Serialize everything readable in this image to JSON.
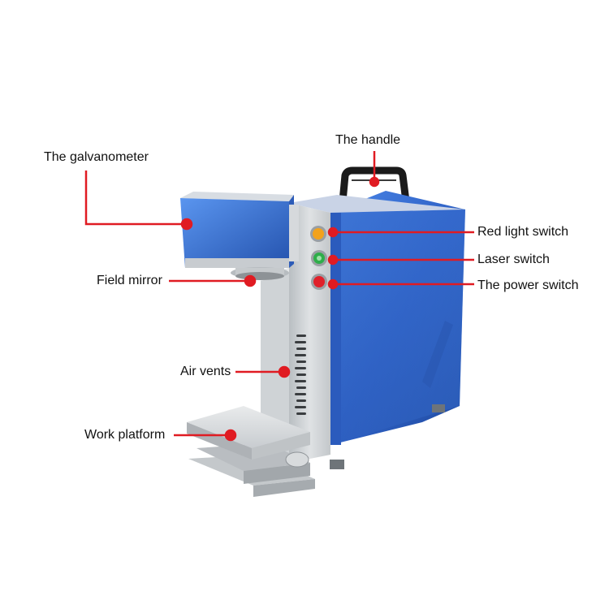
{
  "labels": {
    "galvanometer": "The galvanometer",
    "handle": "The handle",
    "red_light_switch": "Red light switch",
    "laser_switch": "Laser switch",
    "power_switch": "The power switch",
    "field_mirror": "Field mirror",
    "air_vents": "Air vents",
    "work_platform": "Work platform"
  },
  "colors": {
    "callout": "#e01b22",
    "cabinet_blue": "#2f62c6",
    "frame_silver": "#cfd3d6",
    "red_light_button": "#f2a21c",
    "laser_button": "#2fae4a",
    "power_button": "#e0202a"
  }
}
